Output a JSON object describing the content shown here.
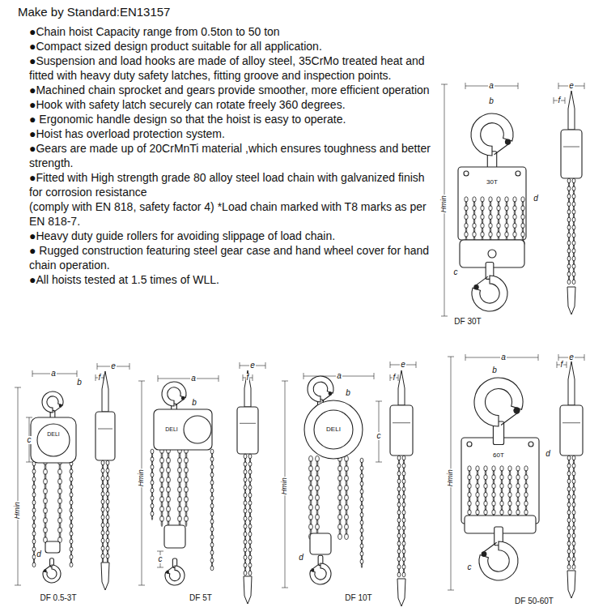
{
  "diagram": {
    "title": "Make by Standard:EN13157",
    "labels": [
      "●Chain hoist Capacity range from 0.5ton to 50 ton",
      "●Compact sized design product suitable for all application.",
      "●Suspension and load hooks are made of alloy steel, 35CrMo treated heat and fitted with heavy duty safety latches, fitting groove and inspection points.",
      "●Machined chain sprocket and gears provide smoother, more efficient operation",
      "●Hook with safety latch securely can rotate freely 360 degrees.",
      "● Ergonomic handle design so that the hoist is easy to operate.",
      "●Hoist has overload protection system.",
      "●Gears are made up of 20CrMnTi material ,which ensures toughness and better strength.",
      "●Fitted with High strength grade 80 alloy steel load chain with galvanized finish for corrosion resistance",
      "(comply with EN 818, safety factor 4) *Load chain marked with T8 marks as per EN 818-7.",
      "●Heavy duty guide rollers for avoiding slippage of load chain.",
      "● Rugged construction featuring steel gear case and hand wheel cover for hand chain operation.",
      "●All hoists tested at 1.5 times of WLL.",
      "a",
      "b",
      "e",
      "f",
      "30T",
      "Hmin",
      "d",
      "c",
      "DF 30T",
      "a",
      "b",
      "e",
      "f",
      "DELI",
      "c",
      "Hmin",
      "d",
      "DF 0.5-3T",
      "a",
      "b",
      "e",
      "f",
      "DELI",
      "Hmin",
      "c",
      "DF 5T",
      "a",
      "b",
      "e",
      "f",
      "DELI",
      "c",
      "Hmin",
      "d",
      "DF 10T",
      "a",
      "b",
      "e",
      "f",
      "60T",
      "d",
      "Hmin",
      "c",
      "DF 50-60T"
    ]
  }
}
